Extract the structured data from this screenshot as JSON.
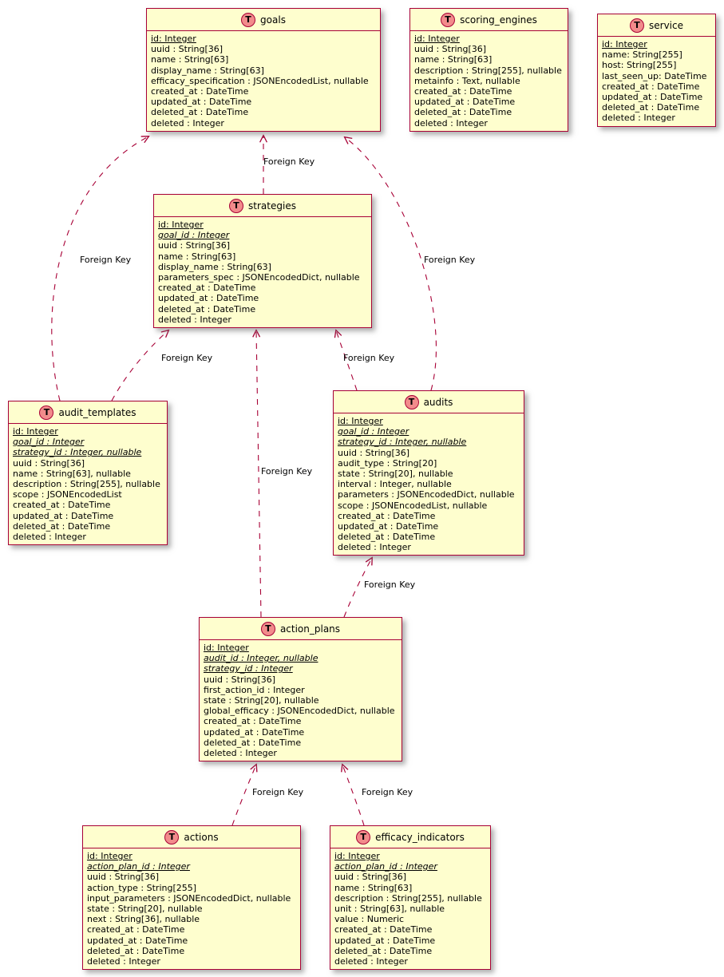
{
  "diagram": {
    "icon_letter": "T",
    "tables": [
      {
        "name": "goals",
        "fields": [
          {
            "text": "id: Integer",
            "style": "pk"
          },
          {
            "text": "uuid : String[36]",
            "style": ""
          },
          {
            "text": "name : String[63]",
            "style": ""
          },
          {
            "text": "display_name : String[63]",
            "style": ""
          },
          {
            "text": "efficacy_specification : JSONEncodedList, nullable",
            "style": ""
          },
          {
            "text": "created_at : DateTime",
            "style": ""
          },
          {
            "text": "updated_at : DateTime",
            "style": ""
          },
          {
            "text": "deleted_at : DateTime",
            "style": ""
          },
          {
            "text": "deleted : Integer",
            "style": ""
          }
        ]
      },
      {
        "name": "scoring_engines",
        "fields": [
          {
            "text": "id: Integer",
            "style": "pk"
          },
          {
            "text": "uuid : String[36]",
            "style": ""
          },
          {
            "text": "name : String[63]",
            "style": ""
          },
          {
            "text": "description : String[255], nullable",
            "style": ""
          },
          {
            "text": "metainfo : Text, nullable",
            "style": ""
          },
          {
            "text": "created_at : DateTime",
            "style": ""
          },
          {
            "text": "updated_at : DateTime",
            "style": ""
          },
          {
            "text": "deleted_at : DateTime",
            "style": ""
          },
          {
            "text": "deleted : Integer",
            "style": ""
          }
        ]
      },
      {
        "name": "service",
        "fields": [
          {
            "text": "id: Integer",
            "style": "pk"
          },
          {
            "text": "name: String[255]",
            "style": ""
          },
          {
            "text": "host: String[255]",
            "style": ""
          },
          {
            "text": "last_seen_up: DateTime",
            "style": ""
          },
          {
            "text": "created_at : DateTime",
            "style": ""
          },
          {
            "text": "updated_at : DateTime",
            "style": ""
          },
          {
            "text": "deleted_at : DateTime",
            "style": ""
          },
          {
            "text": "deleted : Integer",
            "style": ""
          }
        ]
      },
      {
        "name": "strategies",
        "fields": [
          {
            "text": "id: Integer",
            "style": "pk"
          },
          {
            "text": "goal_id : Integer",
            "style": "fk"
          },
          {
            "text": "uuid : String[36]",
            "style": ""
          },
          {
            "text": "name : String[63]",
            "style": ""
          },
          {
            "text": "display_name : String[63]",
            "style": ""
          },
          {
            "text": "parameters_spec : JSONEncodedDict, nullable",
            "style": ""
          },
          {
            "text": "created_at : DateTime",
            "style": ""
          },
          {
            "text": "updated_at : DateTime",
            "style": ""
          },
          {
            "text": "deleted_at : DateTime",
            "style": ""
          },
          {
            "text": "deleted : Integer",
            "style": ""
          }
        ]
      },
      {
        "name": "audit_templates",
        "fields": [
          {
            "text": "id: Integer",
            "style": "pk"
          },
          {
            "text": "goal_id : Integer",
            "style": "fk"
          },
          {
            "text": "strategy_id : Integer, nullable",
            "style": "fk"
          },
          {
            "text": "uuid : String[36]",
            "style": ""
          },
          {
            "text": "name : String[63], nullable",
            "style": ""
          },
          {
            "text": "description : String[255], nullable",
            "style": ""
          },
          {
            "text": "scope : JSONEncodedList",
            "style": ""
          },
          {
            "text": "created_at : DateTime",
            "style": ""
          },
          {
            "text": "updated_at : DateTime",
            "style": ""
          },
          {
            "text": "deleted_at : DateTime",
            "style": ""
          },
          {
            "text": "deleted : Integer",
            "style": ""
          }
        ]
      },
      {
        "name": "audits",
        "fields": [
          {
            "text": "id: Integer",
            "style": "pk"
          },
          {
            "text": "goal_id : Integer",
            "style": "fk"
          },
          {
            "text": "strategy_id : Integer, nullable",
            "style": "fk"
          },
          {
            "text": "uuid : String[36]",
            "style": ""
          },
          {
            "text": "audit_type : String[20]",
            "style": ""
          },
          {
            "text": "state : String[20], nullable",
            "style": ""
          },
          {
            "text": "interval : Integer, nullable",
            "style": ""
          },
          {
            "text": "parameters : JSONEncodedDict, nullable",
            "style": ""
          },
          {
            "text": "scope : JSONEncodedList, nullable",
            "style": ""
          },
          {
            "text": "created_at : DateTime",
            "style": ""
          },
          {
            "text": "updated_at : DateTime",
            "style": ""
          },
          {
            "text": "deleted_at : DateTime",
            "style": ""
          },
          {
            "text": "deleted : Integer",
            "style": ""
          }
        ]
      },
      {
        "name": "action_plans",
        "fields": [
          {
            "text": "id: Integer",
            "style": "pk"
          },
          {
            "text": "audit_id : Integer, nullable",
            "style": "fk"
          },
          {
            "text": "strategy_id : Integer",
            "style": "fk"
          },
          {
            "text": "uuid : String[36]",
            "style": ""
          },
          {
            "text": "first_action_id : Integer",
            "style": ""
          },
          {
            "text": "state : String[20], nullable",
            "style": ""
          },
          {
            "text": "global_efficacy : JSONEncodedDict, nullable",
            "style": ""
          },
          {
            "text": "created_at : DateTime",
            "style": ""
          },
          {
            "text": "updated_at : DateTime",
            "style": ""
          },
          {
            "text": "deleted_at : DateTime",
            "style": ""
          },
          {
            "text": "deleted : Integer",
            "style": ""
          }
        ]
      },
      {
        "name": "actions",
        "fields": [
          {
            "text": "id: Integer",
            "style": "pk"
          },
          {
            "text": "action_plan_id : Integer",
            "style": "fk"
          },
          {
            "text": "uuid : String[36]",
            "style": ""
          },
          {
            "text": "action_type : String[255]",
            "style": ""
          },
          {
            "text": "input_parameters : JSONEncodedDict, nullable",
            "style": ""
          },
          {
            "text": "state : String[20], nullable",
            "style": ""
          },
          {
            "text": "next : String[36], nullable",
            "style": ""
          },
          {
            "text": "created_at : DateTime",
            "style": ""
          },
          {
            "text": "updated_at : DateTime",
            "style": ""
          },
          {
            "text": "deleted_at : DateTime",
            "style": ""
          },
          {
            "text": "deleted : Integer",
            "style": ""
          }
        ]
      },
      {
        "name": "efficacy_indicators",
        "fields": [
          {
            "text": "id: Integer",
            "style": "pk"
          },
          {
            "text": "action_plan_id : Integer",
            "style": "fk"
          },
          {
            "text": "uuid : String[36]",
            "style": ""
          },
          {
            "text": "name : String[63]",
            "style": ""
          },
          {
            "text": "description : String[255], nullable",
            "style": ""
          },
          {
            "text": "unit : String[63], nullable",
            "style": ""
          },
          {
            "text": "value : Numeric",
            "style": ""
          },
          {
            "text": "created_at : DateTime",
            "style": ""
          },
          {
            "text": "updated_at : DateTime",
            "style": ""
          },
          {
            "text": "deleted_at : DateTime",
            "style": ""
          },
          {
            "text": "deleted : Integer",
            "style": ""
          }
        ]
      }
    ],
    "relations": [
      {
        "from": "strategies",
        "to": "goals",
        "label": "Foreign Key"
      },
      {
        "from": "audit_templates",
        "to": "goals",
        "label": "Foreign Key"
      },
      {
        "from": "audits",
        "to": "goals",
        "label": "Foreign Key"
      },
      {
        "from": "audit_templates",
        "to": "strategies",
        "label": "Foreign Key"
      },
      {
        "from": "audits",
        "to": "strategies",
        "label": "Foreign Key"
      },
      {
        "from": "action_plans",
        "to": "strategies",
        "label": "Foreign Key"
      },
      {
        "from": "action_plans",
        "to": "audits",
        "label": "Foreign Key"
      },
      {
        "from": "actions",
        "to": "action_plans",
        "label": "Foreign Key"
      },
      {
        "from": "efficacy_indicators",
        "to": "action_plans",
        "label": "Foreign Key"
      }
    ]
  }
}
